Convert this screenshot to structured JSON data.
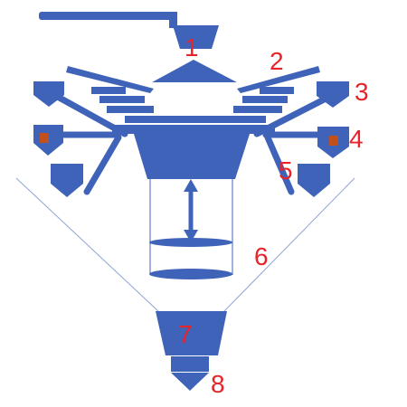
{
  "colors": {
    "machine": "#3F63B8",
    "machine_dark": "#2F4E9A",
    "funnel_line": "#8FA4D6",
    "bearing": "#C2501C",
    "label": "#E8232A",
    "background": "#FFFFFF"
  },
  "labels": {
    "n1": "1",
    "n2": "2",
    "n3": "3",
    "n4": "4",
    "n5": "5",
    "n6": "6",
    "n7": "7",
    "n8": "8"
  },
  "icons": {
    "lift": "double-headed-arrow-icon",
    "bearing": "bearing-square-icon"
  }
}
